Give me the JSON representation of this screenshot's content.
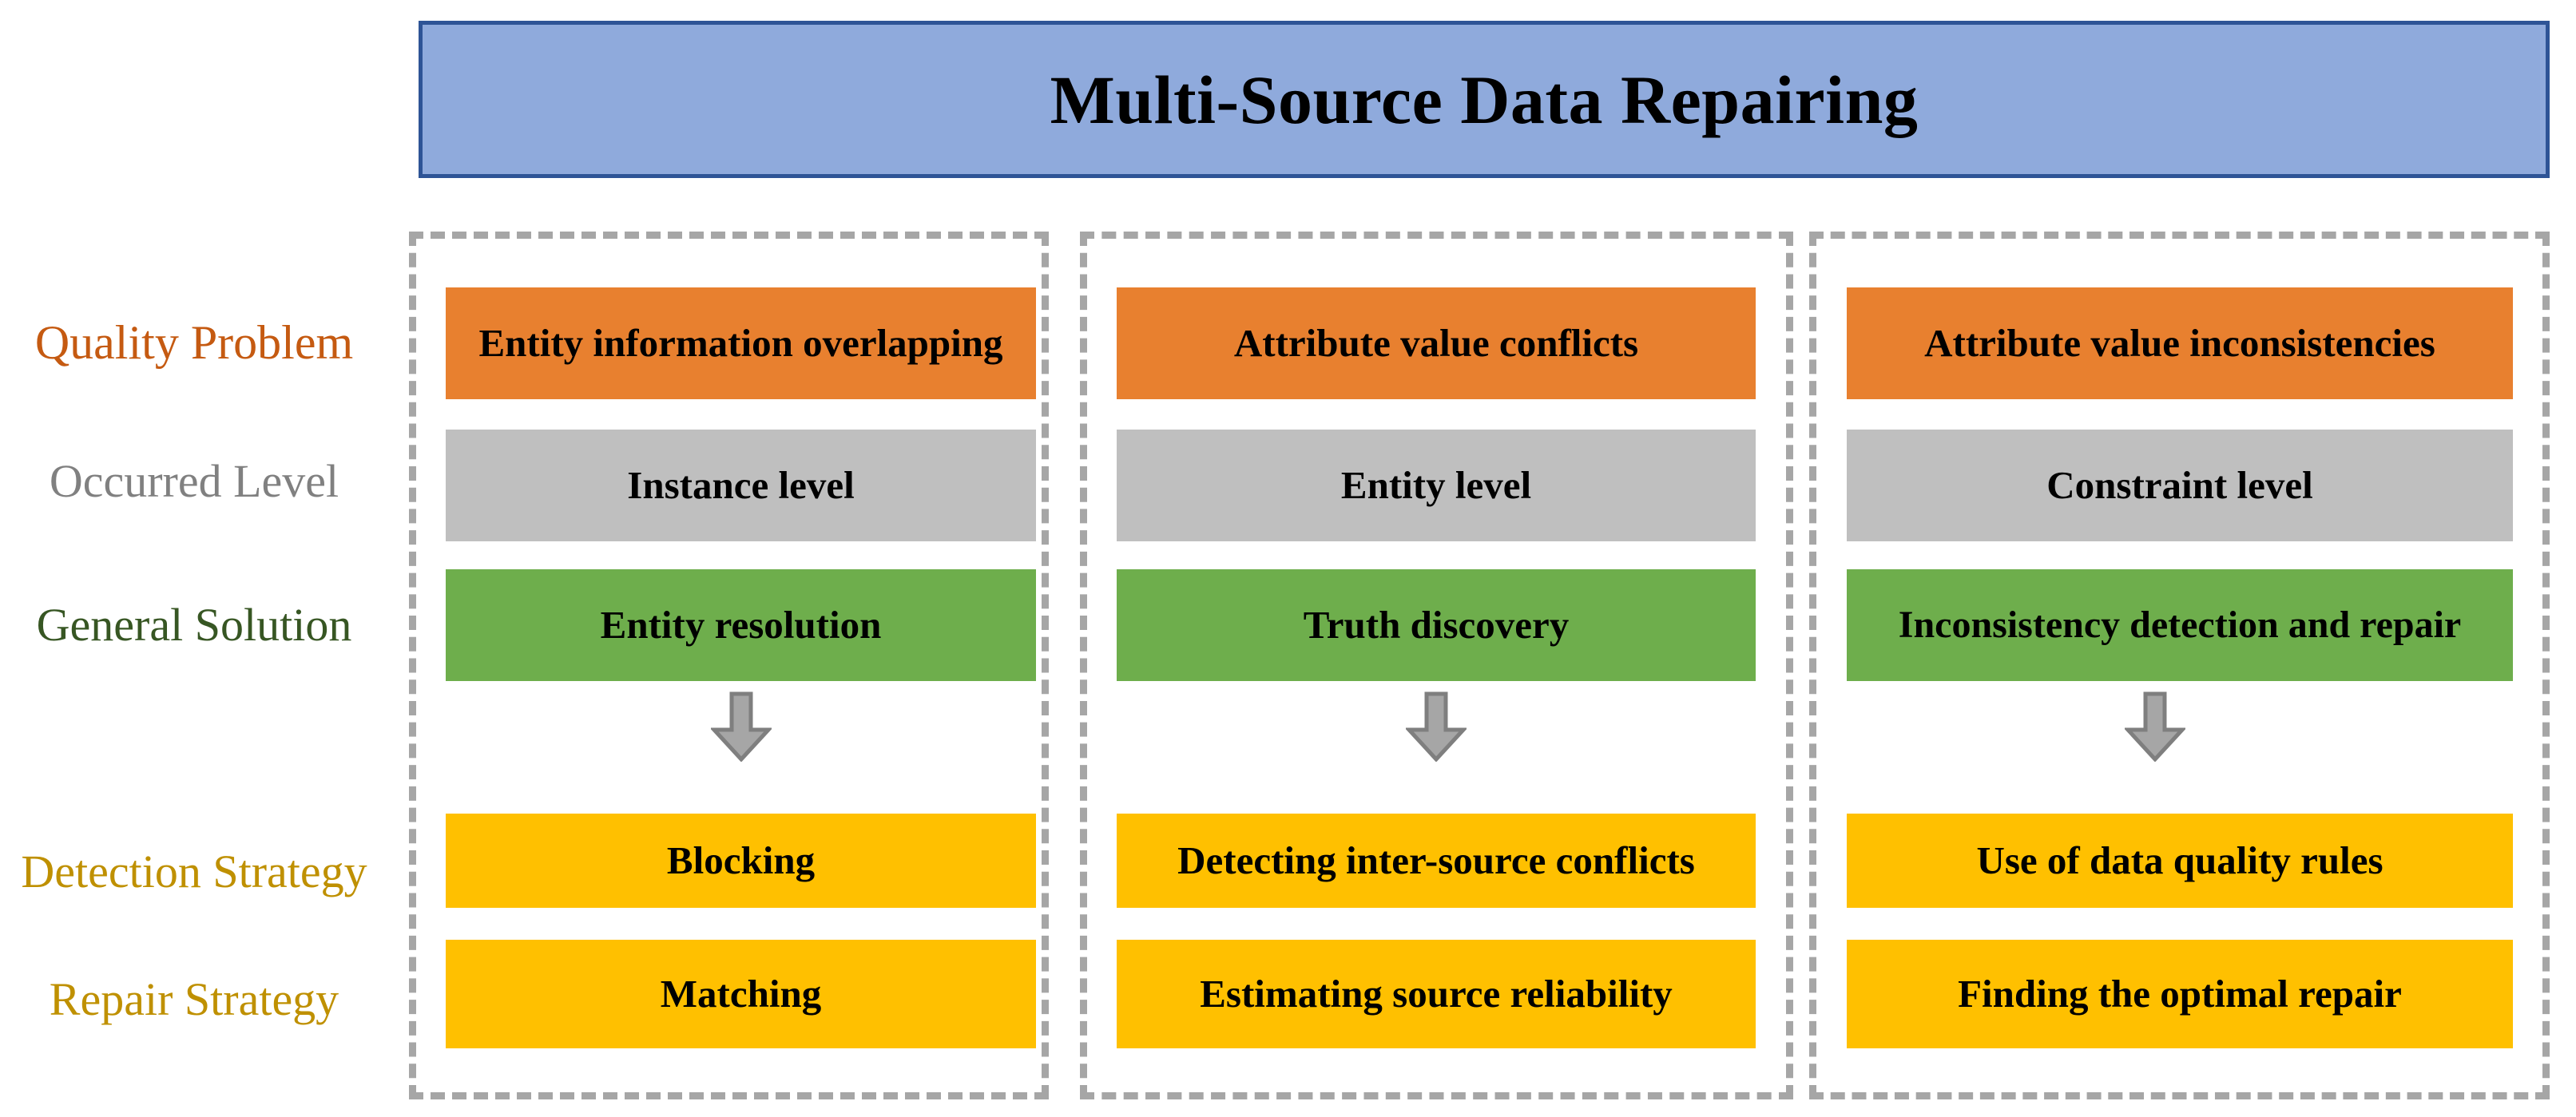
{
  "title": {
    "text": "Multi-Source Data Repairing",
    "fill_color": "#8FAADC",
    "border_color": "#2E5496"
  },
  "row_labels": [
    {
      "key": "quality_problem",
      "label": "Quality Problem",
      "color": "#C55A11"
    },
    {
      "key": "occurred_level",
      "label": "Occurred Level",
      "color": "#808080"
    },
    {
      "key": "general_solution",
      "label": "General Solution",
      "color": "#375623"
    },
    {
      "key": "detection_strategy",
      "label": "Detection Strategy",
      "color": "#BF9000"
    },
    {
      "key": "repair_strategy",
      "label": "Repair Strategy",
      "color": "#BF9000"
    }
  ],
  "colors": {
    "problem": "#E8802F",
    "level": "#BFBFBF",
    "solution": "#6EAE4C",
    "strategy": "#FFC000",
    "dashed_border": "#A6A6A6",
    "arrow_fill": "#A6A6A6",
    "arrow_stroke": "#7F7F7F"
  },
  "columns": [
    {
      "id": "column-1",
      "quality_problem": "Entity information overlapping",
      "occurred_level": "Instance level",
      "general_solution": "Entity resolution",
      "arrow": "down-arrow",
      "detection_strategy": "Blocking",
      "repair_strategy": "Matching"
    },
    {
      "id": "column-2",
      "quality_problem": "Attribute value conflicts",
      "occurred_level": "Entity level",
      "general_solution": "Truth discovery",
      "arrow": "down-arrow",
      "detection_strategy": "Detecting inter-source conflicts",
      "repair_strategy": "Estimating source reliability"
    },
    {
      "id": "column-3",
      "quality_problem": "Attribute value inconsistencies",
      "occurred_level": "Constraint level",
      "general_solution": "Inconsistency detection and repair",
      "arrow": "down-arrow",
      "detection_strategy": "Use of data quality rules",
      "repair_strategy": "Finding the optimal repair"
    }
  ]
}
